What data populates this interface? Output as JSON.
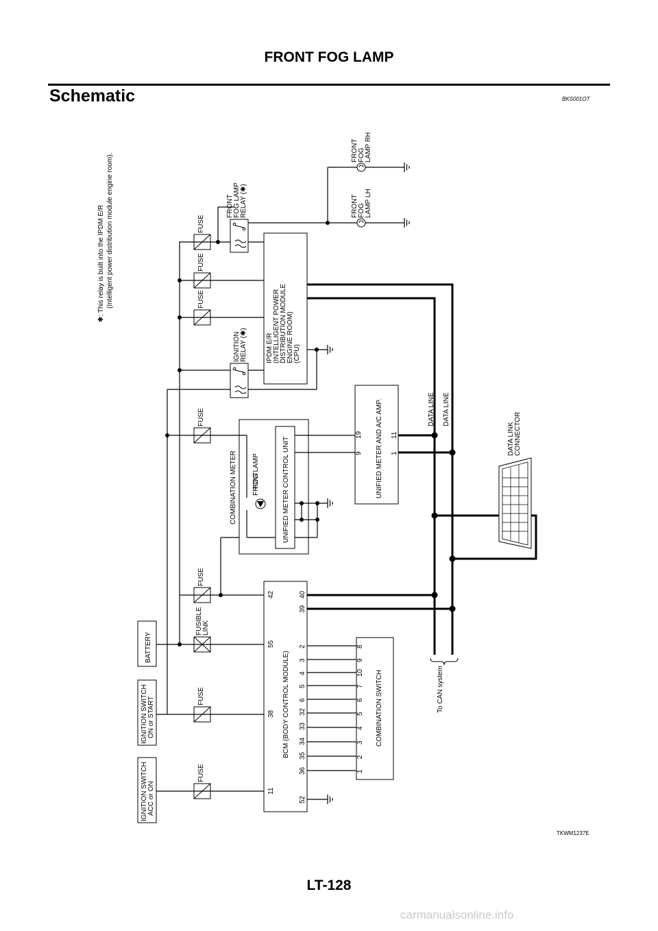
{
  "header": {
    "title": "FRONT FOG LAMP"
  },
  "section": {
    "title": "Schematic",
    "code": "BKS001OT"
  },
  "note": {
    "star": "✱",
    "line1": ": This relay is built into the IPDM E/R",
    "line2": "(Intelligent power distribution module engine room)."
  },
  "power": {
    "ign_acc": [
      "IGNITION SWITCH",
      "ACC or ON"
    ],
    "ign_on": [
      "IGNITION SWITCH",
      "ON or START"
    ],
    "battery": "BATTERY"
  },
  "fuses": {
    "fuse": "FUSE",
    "fusible_link": [
      "FUSIBLE",
      "LINK"
    ]
  },
  "bcm": {
    "name": "BCM (BODY CONTROL MODULE)",
    "top_pins": [
      "11",
      "38",
      "55",
      "42"
    ],
    "bottom_pins": [
      "52",
      "36",
      "35",
      "34",
      "33",
      "32",
      "6",
      "5",
      "4",
      "3",
      "2",
      "39",
      "40"
    ]
  },
  "combination_switch": {
    "name": "COMBINATION SWITCH",
    "pins": [
      "1",
      "2",
      "3",
      "4",
      "5",
      "6",
      "7",
      "10",
      "9",
      "8"
    ]
  },
  "combination_meter": {
    "name": "COMBINATION METER",
    "unit": "UNIFIED METER CONTROL UNIT",
    "indicator": [
      "FRONT",
      "FOG LAMP"
    ]
  },
  "unified_meter_ac": {
    "name": "UNIFIED METER AND A/C AMP.",
    "top_pins": [
      "9",
      "19"
    ],
    "bottom_pins": [
      "1",
      "11"
    ]
  },
  "ipdm": {
    "lines": [
      "IPDM E/R",
      "(INTELLIGENT POWER",
      "DISTRIBUTION MODULE",
      "ENGINE ROOM)",
      "(CPU)"
    ]
  },
  "ignition_relay": [
    "IGNITION",
    "RELAY (✱)"
  ],
  "fog_relay": [
    "FRONT",
    "FOG LAMP",
    "RELAY (✱)"
  ],
  "fog_lamp_lh": [
    "FRONT",
    "FOG",
    "LAMP LH"
  ],
  "fog_lamp_rh": [
    "FRONT",
    "FOG",
    "LAMP RH"
  ],
  "data_line": "DATA LINE",
  "data_link_connector": [
    "DATA LINK",
    "CONNECTOR"
  ],
  "can_system": "To CAN system",
  "figure_code": "TKWM1237E",
  "footer": {
    "page_number": "LT-128"
  },
  "watermark": "carmanualsonline.info"
}
